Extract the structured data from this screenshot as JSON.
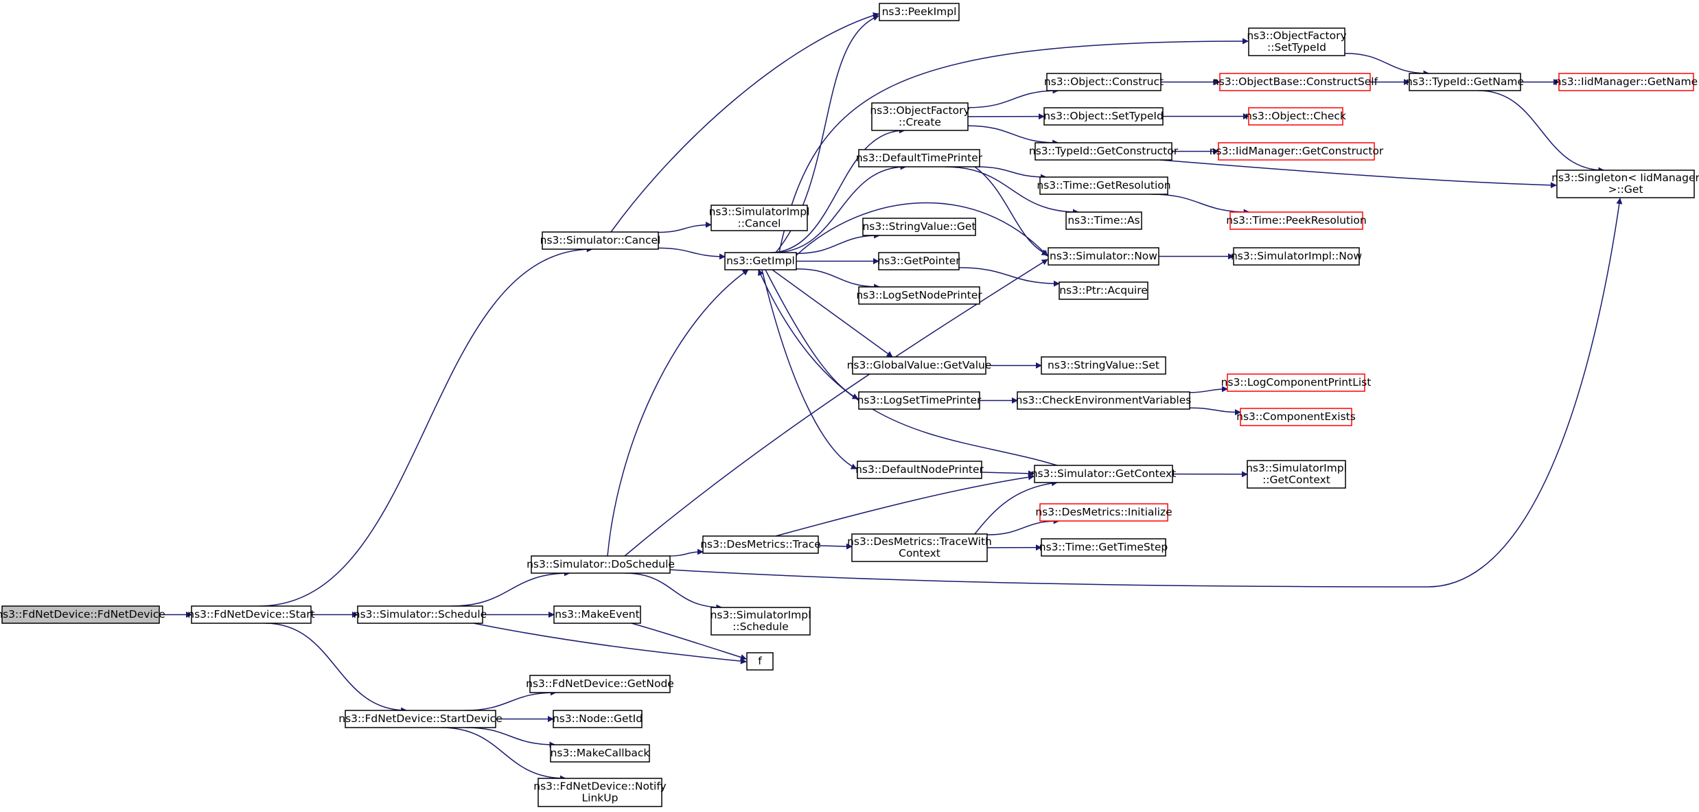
{
  "colors": {
    "edge": "#191970",
    "node_border": "#000000",
    "truncated_border": "#ff0000",
    "root_fill": "#bfbfbf",
    "node_fill": "#ffffff"
  },
  "nodes": [
    {
      "id": "root",
      "lines": [
        "ns3::FdNetDevice::FdNetDevice"
      ],
      "style": "root"
    },
    {
      "id": "start",
      "lines": [
        "ns3::FdNetDevice::Start"
      ]
    },
    {
      "id": "sim_cancel",
      "lines": [
        "ns3::Simulator::Cancel"
      ]
    },
    {
      "id": "sim_schedule",
      "lines": [
        "ns3::Simulator::Schedule"
      ]
    },
    {
      "id": "startdevice",
      "lines": [
        "ns3::FdNetDevice::StartDevice"
      ]
    },
    {
      "id": "peekimpl",
      "lines": [
        "ns3::PeekImpl"
      ]
    },
    {
      "id": "simimpl_cancel",
      "lines": [
        "ns3::SimulatorImpl",
        "::Cancel"
      ]
    },
    {
      "id": "getimpl",
      "lines": [
        "ns3::GetImpl"
      ]
    },
    {
      "id": "doschedule",
      "lines": [
        "ns3::Simulator::DoSchedule"
      ]
    },
    {
      "id": "makeevent",
      "lines": [
        "ns3::MakeEvent"
      ]
    },
    {
      "id": "f",
      "lines": [
        "f"
      ]
    },
    {
      "id": "getnode",
      "lines": [
        "ns3::FdNetDevice::GetNode"
      ]
    },
    {
      "id": "node_getid",
      "lines": [
        "ns3::Node::GetId"
      ]
    },
    {
      "id": "makecallback",
      "lines": [
        "ns3::MakeCallback"
      ]
    },
    {
      "id": "notifylinkup",
      "lines": [
        "ns3::FdNetDevice::Notify",
        "LinkUp"
      ]
    },
    {
      "id": "of_create",
      "lines": [
        "ns3::ObjectFactory",
        "::Create"
      ]
    },
    {
      "id": "deftimeprinter",
      "lines": [
        "ns3::DefaultTimePrinter"
      ]
    },
    {
      "id": "stringvalue_get",
      "lines": [
        "ns3::StringValue::Get"
      ]
    },
    {
      "id": "getpointer",
      "lines": [
        "ns3::GetPointer"
      ]
    },
    {
      "id": "logsetnodeprinter",
      "lines": [
        "ns3::LogSetNodePrinter"
      ]
    },
    {
      "id": "gv_getvalue",
      "lines": [
        "ns3::GlobalValue::GetValue"
      ]
    },
    {
      "id": "logsettimeprinter",
      "lines": [
        "ns3::LogSetTimePrinter"
      ]
    },
    {
      "id": "defnodeprinter",
      "lines": [
        "ns3::DefaultNodePrinter"
      ]
    },
    {
      "id": "desmetrics_trace",
      "lines": [
        "ns3::DesMetrics::Trace"
      ]
    },
    {
      "id": "simimpl_schedule",
      "lines": [
        "ns3::SimulatorImpl",
        "::Schedule"
      ]
    },
    {
      "id": "of_settypeid",
      "lines": [
        "ns3::ObjectFactory",
        "::SetTypeId"
      ]
    },
    {
      "id": "obj_construct",
      "lines": [
        "ns3::Object::Construct"
      ]
    },
    {
      "id": "obj_settypeid",
      "lines": [
        "ns3::Object::SetTypeId"
      ]
    },
    {
      "id": "typeid_getconstructor",
      "lines": [
        "ns3::TypeId::GetConstructor"
      ]
    },
    {
      "id": "time_getresolution",
      "lines": [
        "ns3::Time::GetResolution"
      ]
    },
    {
      "id": "time_as",
      "lines": [
        "ns3::Time::As"
      ]
    },
    {
      "id": "sim_now",
      "lines": [
        "ns3::Simulator::Now"
      ]
    },
    {
      "id": "ptr_acquire",
      "lines": [
        "ns3::Ptr::Acquire"
      ]
    },
    {
      "id": "stringvalue_set",
      "lines": [
        "ns3::StringValue::Set"
      ]
    },
    {
      "id": "checkenv",
      "lines": [
        "ns3::CheckEnvironmentVariables"
      ]
    },
    {
      "id": "sim_getcontext",
      "lines": [
        "ns3::Simulator::GetContext"
      ]
    },
    {
      "id": "tracewithcontext",
      "lines": [
        "ns3::DesMetrics::TraceWith",
        "Context"
      ]
    },
    {
      "id": "objbase_constructself",
      "lines": [
        "ns3::ObjectBase::ConstructSelf"
      ],
      "style": "truncated"
    },
    {
      "id": "obj_check",
      "lines": [
        "ns3::Object::Check"
      ],
      "style": "truncated"
    },
    {
      "id": "iid_getconstructor",
      "lines": [
        "ns3::IidManager::GetConstructor"
      ],
      "style": "truncated"
    },
    {
      "id": "time_peekresolution",
      "lines": [
        "ns3::Time::PeekResolution"
      ],
      "style": "truncated"
    },
    {
      "id": "simimpl_now",
      "lines": [
        "ns3::SimulatorImpl::Now"
      ]
    },
    {
      "id": "logcompprintlist",
      "lines": [
        "ns3::LogComponentPrintList"
      ],
      "style": "truncated"
    },
    {
      "id": "componentexists",
      "lines": [
        "ns3::ComponentExists"
      ],
      "style": "truncated"
    },
    {
      "id": "simimpl_getcontext",
      "lines": [
        "ns3::SimulatorImpl",
        "::GetContext"
      ]
    },
    {
      "id": "desmetrics_init",
      "lines": [
        "ns3::DesMetrics::Initialize"
      ],
      "style": "truncated"
    },
    {
      "id": "time_gettimestep",
      "lines": [
        "ns3::Time::GetTimeStep"
      ]
    },
    {
      "id": "typeid_getname",
      "lines": [
        "ns3::TypeId::GetName"
      ]
    },
    {
      "id": "singleton_get",
      "lines": [
        "ns3::Singleton< IidManager",
        " >::Get"
      ]
    },
    {
      "id": "iid_getname",
      "lines": [
        "ns3::IidManager::GetName"
      ],
      "style": "truncated"
    }
  ],
  "edges": [
    [
      "root",
      "start"
    ],
    [
      "start",
      "sim_cancel"
    ],
    [
      "start",
      "sim_schedule"
    ],
    [
      "start",
      "startdevice"
    ],
    [
      "sim_cancel",
      "peekimpl"
    ],
    [
      "sim_cancel",
      "simimpl_cancel"
    ],
    [
      "sim_cancel",
      "getimpl"
    ],
    [
      "sim_schedule",
      "doschedule"
    ],
    [
      "sim_schedule",
      "makeevent"
    ],
    [
      "sim_schedule",
      "f"
    ],
    [
      "makeevent",
      "f"
    ],
    [
      "startdevice",
      "getnode"
    ],
    [
      "startdevice",
      "node_getid"
    ],
    [
      "startdevice",
      "makecallback"
    ],
    [
      "startdevice",
      "notifylinkup"
    ],
    [
      "doschedule",
      "getimpl"
    ],
    [
      "doschedule",
      "sim_now"
    ],
    [
      "doschedule",
      "desmetrics_trace"
    ],
    [
      "doschedule",
      "simimpl_schedule"
    ],
    [
      "doschedule",
      "singleton_get"
    ],
    [
      "getimpl",
      "peekimpl"
    ],
    [
      "getimpl",
      "of_settypeid"
    ],
    [
      "getimpl",
      "of_create"
    ],
    [
      "getimpl",
      "deftimeprinter"
    ],
    [
      "getimpl",
      "sim_now"
    ],
    [
      "getimpl",
      "stringvalue_get"
    ],
    [
      "getimpl",
      "getpointer"
    ],
    [
      "getimpl",
      "logsetnodeprinter"
    ],
    [
      "getimpl",
      "gv_getvalue"
    ],
    [
      "getimpl",
      "logsettimeprinter"
    ],
    [
      "getimpl",
      "defnodeprinter"
    ],
    [
      "of_create",
      "obj_construct"
    ],
    [
      "of_create",
      "obj_settypeid"
    ],
    [
      "of_create",
      "typeid_getconstructor"
    ],
    [
      "deftimeprinter",
      "time_getresolution"
    ],
    [
      "deftimeprinter",
      "time_as"
    ],
    [
      "deftimeprinter",
      "sim_now"
    ],
    [
      "getpointer",
      "ptr_acquire"
    ],
    [
      "gv_getvalue",
      "stringvalue_set"
    ],
    [
      "logsettimeprinter",
      "checkenv"
    ],
    [
      "defnodeprinter",
      "sim_getcontext"
    ],
    [
      "sim_getcontext",
      "getimpl"
    ],
    [
      "sim_getcontext",
      "simimpl_getcontext"
    ],
    [
      "desmetrics_trace",
      "sim_getcontext"
    ],
    [
      "desmetrics_trace",
      "tracewithcontext"
    ],
    [
      "tracewithcontext",
      "sim_getcontext"
    ],
    [
      "tracewithcontext",
      "desmetrics_init"
    ],
    [
      "tracewithcontext",
      "time_gettimestep"
    ],
    [
      "of_settypeid",
      "typeid_getname"
    ],
    [
      "obj_construct",
      "objbase_constructself"
    ],
    [
      "objbase_constructself",
      "typeid_getname"
    ],
    [
      "obj_settypeid",
      "obj_check"
    ],
    [
      "typeid_getconstructor",
      "iid_getconstructor"
    ],
    [
      "typeid_getconstructor",
      "singleton_get"
    ],
    [
      "time_getresolution",
      "time_peekresolution"
    ],
    [
      "sim_now",
      "simimpl_now"
    ],
    [
      "checkenv",
      "logcompprintlist"
    ],
    [
      "checkenv",
      "componentexists"
    ],
    [
      "typeid_getname",
      "iid_getname"
    ],
    [
      "typeid_getname",
      "singleton_get"
    ]
  ]
}
